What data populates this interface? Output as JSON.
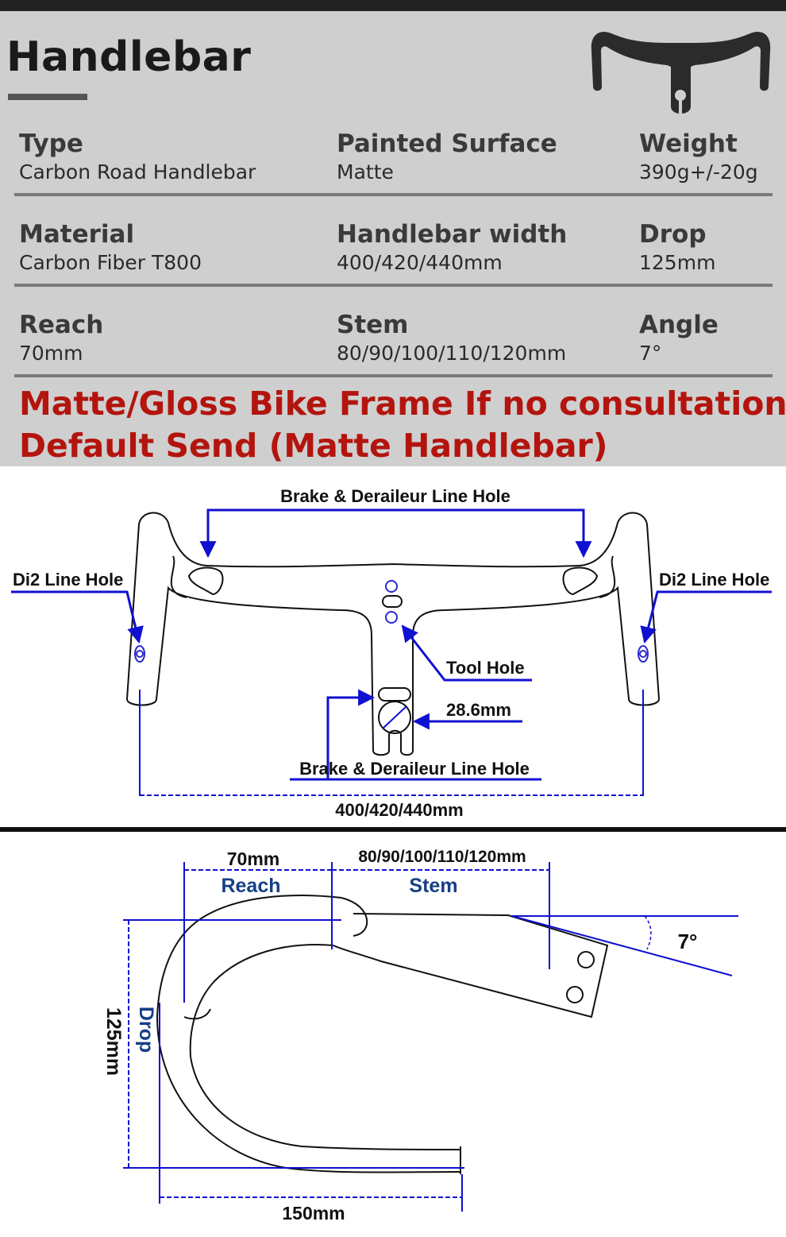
{
  "header": {
    "title": "Handlebar"
  },
  "specs": [
    [
      {
        "label": "Type",
        "value": "Carbon Road Handlebar"
      },
      {
        "label": "Painted Surface",
        "value": "Matte"
      },
      {
        "label": "Weight",
        "value": "390g+/-20g"
      }
    ],
    [
      {
        "label": "Material",
        "value": "Carbon Fiber T800"
      },
      {
        "label": "Handlebar width",
        "value": "400/420/440mm"
      },
      {
        "label": "Drop",
        "value": "125mm"
      }
    ],
    [
      {
        "label": "Reach",
        "value": "70mm"
      },
      {
        "label": "Stem",
        "value": "80/90/100/110/120mm"
      },
      {
        "label": "Angle",
        "value": "7°"
      }
    ]
  ],
  "note": {
    "line1": "Matte/Gloss Bike Frame If no consultation",
    "line2": "Default Send (Matte Handlebar)"
  },
  "top_view": {
    "brake_line_hole_top": "Brake & Deraileur Line Hole",
    "di2_left": "Di2 Line Hole",
    "di2_right": "Di2 Line Hole",
    "tool_hole": "Tool Hole",
    "clamp_diameter": "28.6mm",
    "brake_line_hole_bottom": "Brake & Deraileur Line Hole",
    "width": "400/420/440mm"
  },
  "side_view": {
    "reach_value": "70mm",
    "reach_label": "Reach",
    "stem_value": "80/90/100/110/120mm",
    "stem_label": "Stem",
    "angle": "7°",
    "drop_value": "125mm",
    "drop_label": "Drop",
    "bottom_width": "150mm"
  },
  "colors": {
    "panel": "#cfcfcf",
    "note_red": "#b3150e",
    "dimension_blue": "#1010d0",
    "label_navy": "#163f86"
  }
}
